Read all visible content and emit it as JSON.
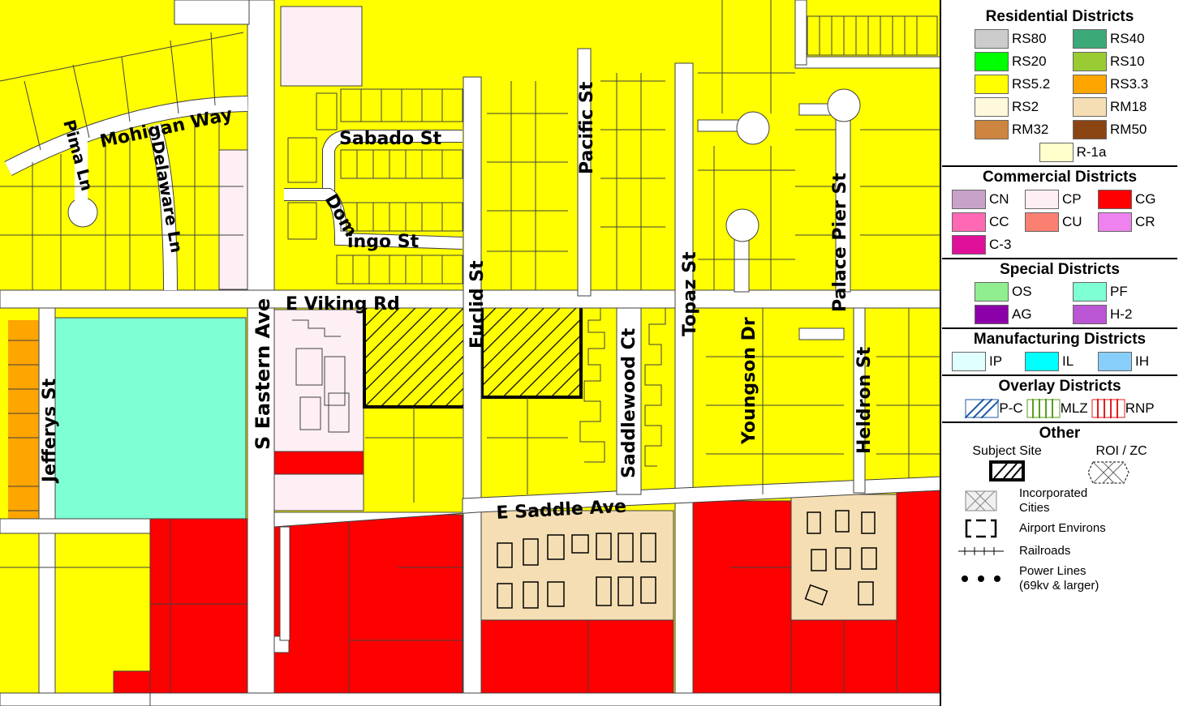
{
  "streets": {
    "mohigan": "Mohigan Way",
    "pima": "Pima Ln",
    "delaware": "Delaware Ln",
    "sabado": "Sabado St",
    "domingo_a": "Dom",
    "domingo_b": "ingo St",
    "euclid": "Euclid St",
    "pacific": "Pacific St",
    "topaz": "Topaz St",
    "palace_pier": "Palace Pier St",
    "youngson": "Youngson Dr",
    "heldron": "Heldron St",
    "saddlewood": "Saddlewood Ct",
    "viking": "E Viking Rd",
    "eastern": "S Eastern Ave",
    "jefferys": "Jefferys St",
    "saddle": "E Saddle Ave"
  },
  "colors": {
    "RS5.2": "#ffff00",
    "CG": "#ff0000",
    "CP": "#fdeff4",
    "RM18": "#f5deb3",
    "PF": "#7fffd4",
    "RS3.3": "#ffa500",
    "street": "#ffffff",
    "lot_line": "#404040"
  },
  "legend": {
    "residential": {
      "title": "Residential Districts",
      "items": [
        {
          "code": "RS80",
          "color": "#cccccc"
        },
        {
          "code": "RS40",
          "color": "#3caa78"
        },
        {
          "code": "RS20",
          "color": "#00ff00"
        },
        {
          "code": "RS10",
          "color": "#99cc33"
        },
        {
          "code": "RS5.2",
          "color": "#ffff00"
        },
        {
          "code": "RS3.3",
          "color": "#ffa500"
        },
        {
          "code": "RS2",
          "color": "#fff8dc"
        },
        {
          "code": "RM18",
          "color": "#f5deb3"
        },
        {
          "code": "RM32",
          "color": "#cd853f"
        },
        {
          "code": "RM50",
          "color": "#8b4513"
        }
      ],
      "extra": {
        "code": "R-1a",
        "color": "#ffffcc"
      }
    },
    "commercial": {
      "title": "Commercial Districts",
      "items": [
        {
          "code": "CN",
          "color": "#c8a2c8"
        },
        {
          "code": "CP",
          "color": "#fdeff4"
        },
        {
          "code": "CG",
          "color": "#ff0000"
        },
        {
          "code": "CC",
          "color": "#ff69b4"
        },
        {
          "code": "CU",
          "color": "#fa8072"
        },
        {
          "code": "CR",
          "color": "#ee82ee"
        },
        {
          "code": "C-3",
          "color": "#e0109a"
        }
      ]
    },
    "special": {
      "title": "Special Districts",
      "items": [
        {
          "code": "OS",
          "color": "#90ee90"
        },
        {
          "code": "PF",
          "color": "#7fffd4"
        },
        {
          "code": "AG",
          "color": "#8b00a8"
        },
        {
          "code": "H-2",
          "color": "#ba55d3"
        }
      ]
    },
    "manufacturing": {
      "title": "Manufacturing Districts",
      "items": [
        {
          "code": "IP",
          "color": "#e0ffff"
        },
        {
          "code": "IL",
          "color": "#00ffff"
        },
        {
          "code": "IH",
          "color": "#87cefa"
        }
      ]
    },
    "overlay": {
      "title": "Overlay Districts",
      "items": [
        {
          "code": "P-C",
          "color": "#1e5aa8"
        },
        {
          "code": "MLZ",
          "color": "#5a9e1e"
        },
        {
          "code": "RNP",
          "color": "#e01e1e"
        }
      ]
    },
    "other": {
      "title": "Other",
      "subject_site": "Subject Site",
      "roi_zc": "ROI / ZC",
      "incorporated_1": "Incorporated",
      "incorporated_2": "Cities",
      "airport": "Airport Environs",
      "railroads": "Railroads",
      "power_1": "Power Lines",
      "power_2": "(69kv & larger)"
    }
  }
}
